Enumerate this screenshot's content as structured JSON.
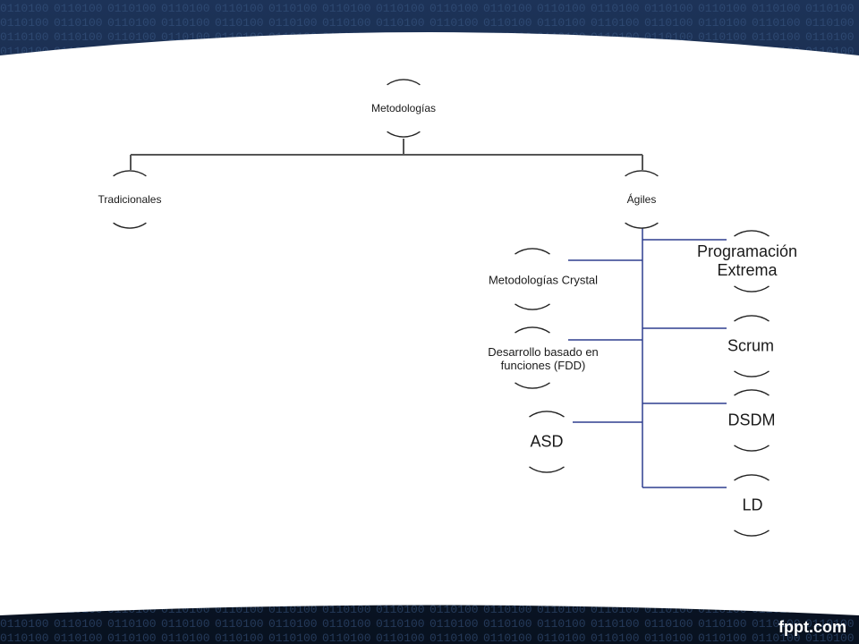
{
  "diagram": {
    "root": "Metodologías",
    "branches": [
      "Tradicionales",
      "Ágiles"
    ],
    "agile_left": [
      "Metodologías Crystal",
      "Desarrollo basado en funciones (FDD)",
      "ASD"
    ],
    "agile_right": [
      "Programación Extrema",
      "Scrum",
      "DSDM",
      "LD"
    ]
  },
  "footer": {
    "brand": "fppt.com"
  },
  "colors": {
    "connector_dark": "#555555",
    "connector_blue": "#2e3f8f",
    "arc": "#222222"
  }
}
